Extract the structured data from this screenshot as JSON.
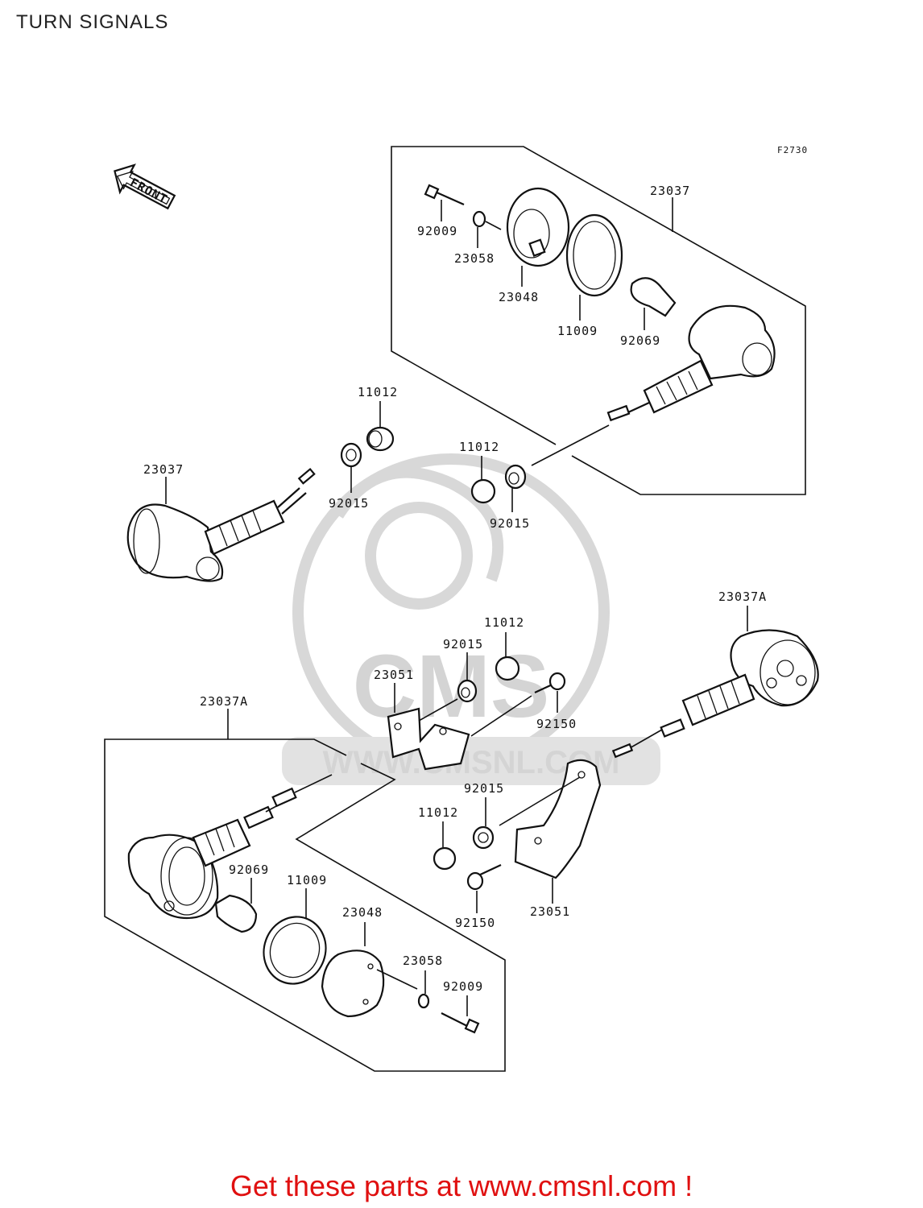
{
  "title": "TURN SIGNALS",
  "figure_code": "F2730",
  "front_label": "FRONT",
  "watermark_text": "CMS",
  "watermark_url": "WWW.CMSNL.COM",
  "footer": "Get these parts at www.cmsnl.com !",
  "colors": {
    "footer": "#e01010",
    "lines": "#111111",
    "watermark": "#d4d4d4"
  },
  "callouts": [
    "23037",
    "92009",
    "23058",
    "23048",
    "11009",
    "92069",
    "11012",
    "23037",
    "92015",
    "11012",
    "92015",
    "23037A",
    "11012",
    "92015",
    "23051",
    "92150",
    "23037A",
    "92015",
    "11012",
    "92069",
    "11009",
    "23048",
    "92150",
    "23051",
    "23058",
    "92009"
  ]
}
